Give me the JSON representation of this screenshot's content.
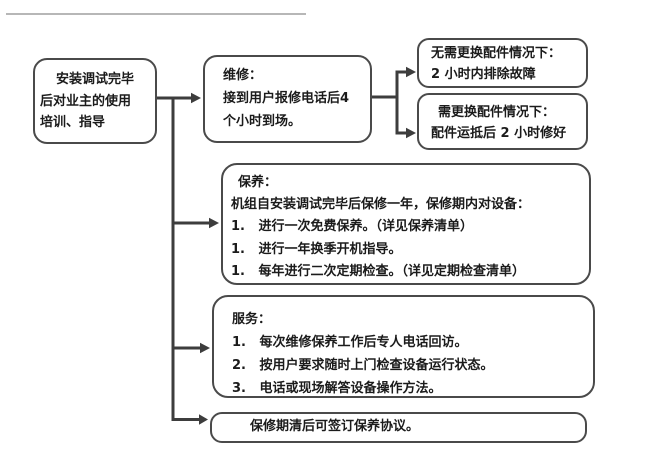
{
  "flowchart": {
    "boxes": {
      "left": {
        "lines": [
          "安装调试完毕",
          "后对业主的使用",
          "培训、指导"
        ]
      },
      "repair": {
        "lines": [
          "维修：",
          "接到用户报修电话后4",
          "个小时到场。"
        ]
      },
      "no_parts": {
        "lines": [
          "无需更换配件情况下：",
          "2 小时内排除故障"
        ]
      },
      "need_parts": {
        "lines": [
          "需更换配件情况下：",
          "配件运抵后 2 小时修好"
        ]
      },
      "maintenance": {
        "lines": [
          "保养：",
          "机组自安装调试完毕后保修一年，保修期内对设备：",
          "1.   进行一次免费保养。（详见保养清单）",
          "1.   进行一年换季开机指导。",
          "1.   每年进行二次定期检查。（详见定期检查清单）"
        ]
      },
      "service": {
        "lines": [
          "服务：",
          "1.   每次维修保养工作后专人电话回访。",
          "2.   按用户要求随时上门检查设备运行状态。",
          "3.   电话或现场解答设备操作方法。"
        ]
      },
      "agreement": {
        "lines": [
          "保修期清后可签订保养协议。"
        ]
      }
    },
    "colors": {
      "connector": "#3d3d3d",
      "box_border": "#4a4a4a",
      "text": "#1b1b1b",
      "background": "#ffffff",
      "top_rule": "#b7b7b7"
    }
  }
}
